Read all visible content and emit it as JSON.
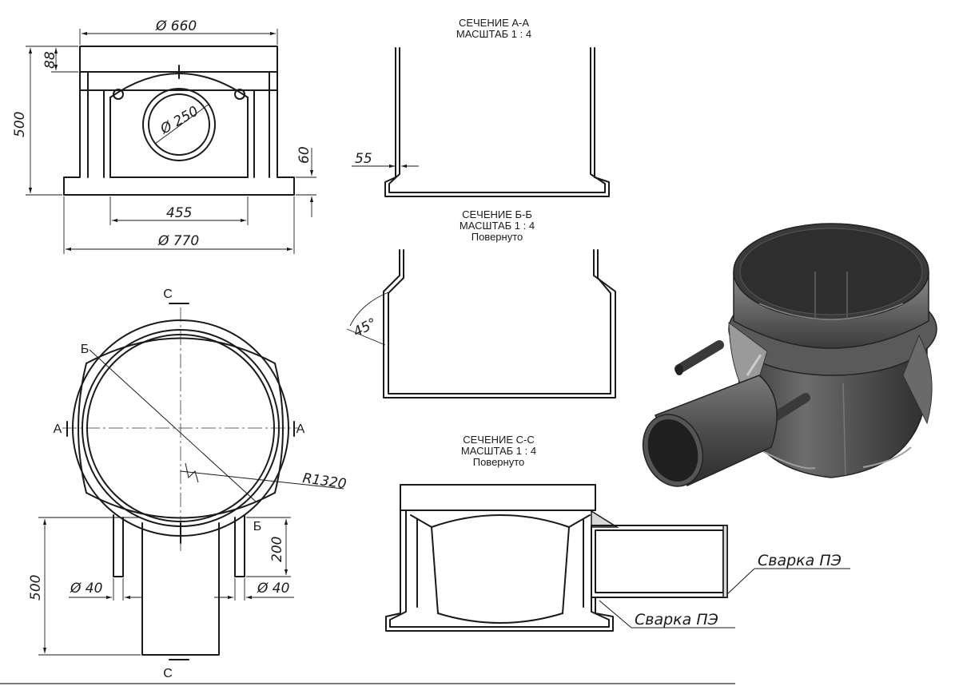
{
  "front_view": {
    "dim_top_diameter": "Ø 660",
    "dim_lip_height": "88",
    "dim_total_height": "500",
    "dim_hole_diameter": "Ø 250",
    "dim_base_height": "60",
    "dim_inner_width": "455",
    "dim_base_diameter": "Ø 770"
  },
  "top_view": {
    "label_c_top": "С",
    "label_c_bottom": "С",
    "label_b_upper": "Б",
    "label_b_lower": "Б",
    "label_a_left": "А",
    "label_a_right": "А",
    "dim_radius": "R1320",
    "dim_pipe_length": "500",
    "dim_offset": "200",
    "dim_tube_left": "Ø 40",
    "dim_tube_right": "Ø 40"
  },
  "section_aa": {
    "title": "СЕЧЕНИЕ А-А",
    "scale": "МАСШТАБ 1 : 4",
    "dim_flange": "55"
  },
  "section_bb": {
    "title": "СЕЧЕНИЕ Б-Б",
    "scale": "МАСШТАБ 1 : 4",
    "note": "Повернуто",
    "dim_angle": "45°"
  },
  "section_cc": {
    "title": "СЕЧЕНИЕ С-С",
    "scale": "МАСШТАБ 1 : 4",
    "note": "Повернуто",
    "weld_label_1": "Сварка ПЭ",
    "weld_label_2": "Сварка ПЭ"
  },
  "render_3d": {
    "body_color": "#4a4a4a",
    "highlight_color": "#8a8a8a",
    "dark_color": "#2a2a2a"
  }
}
